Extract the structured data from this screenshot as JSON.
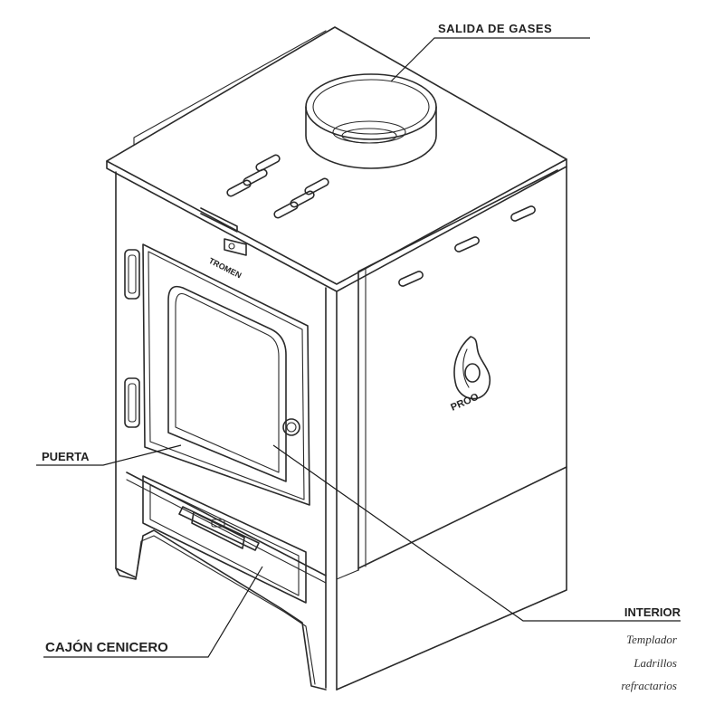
{
  "labels": {
    "salida": "SALIDA DE GASES",
    "puerta": "PUERTA",
    "cajon": "CAJÓN CENICERO",
    "interior": "INTERIOR",
    "interior_items": [
      "Templador",
      "Ladrillos",
      "refractarios"
    ]
  },
  "logos": {
    "door_brand": "TROMEN",
    "side_brand": "PROO"
  },
  "colors": {
    "line": "#2a2a2a",
    "background": "#ffffff"
  }
}
